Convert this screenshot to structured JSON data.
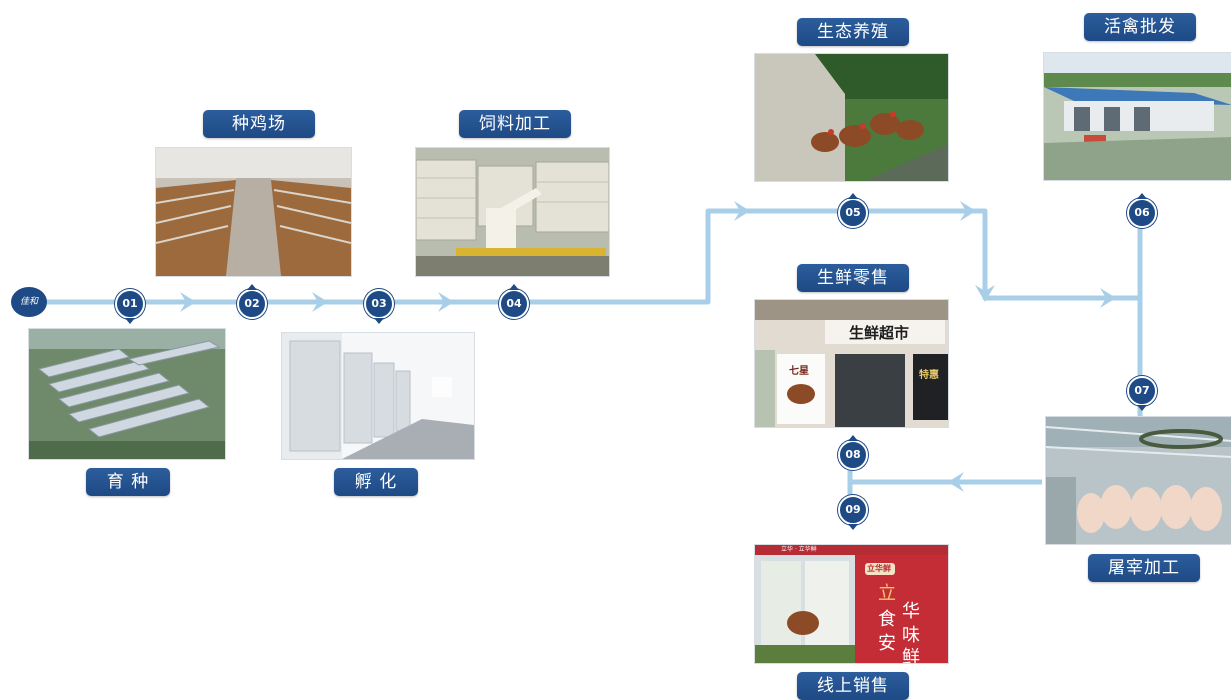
{
  "logo_text": "佳和",
  "colors": {
    "flow_line": "#a9cfe8",
    "badge": "#1e4a85",
    "label_bg": "#2c5d9c"
  },
  "steps": [
    {
      "num": "01",
      "label": "育 种"
    },
    {
      "num": "02",
      "label": "种鸡场"
    },
    {
      "num": "03",
      "label": "孵 化"
    },
    {
      "num": "04",
      "label": "饲料加工"
    },
    {
      "num": "05",
      "label": "生态养殖"
    },
    {
      "num": "06",
      "label": "活禽批发"
    },
    {
      "num": "07",
      "label": "屠宰加工"
    },
    {
      "num": "08",
      "label": "生鲜零售"
    },
    {
      "num": "09",
      "label": "线上销售"
    }
  ],
  "photo_text": {
    "store_sign": "生鲜超市",
    "store_poster": "七星",
    "store_window": "特惠",
    "online_big_1": "立",
    "online_big_2": "华",
    "online_big_3": "食",
    "online_big_4": "安",
    "online_big_5": "味",
    "online_big_6": "鲜",
    "online_brand": "立华鲜",
    "online_header": "立华 · 立华鲜"
  }
}
